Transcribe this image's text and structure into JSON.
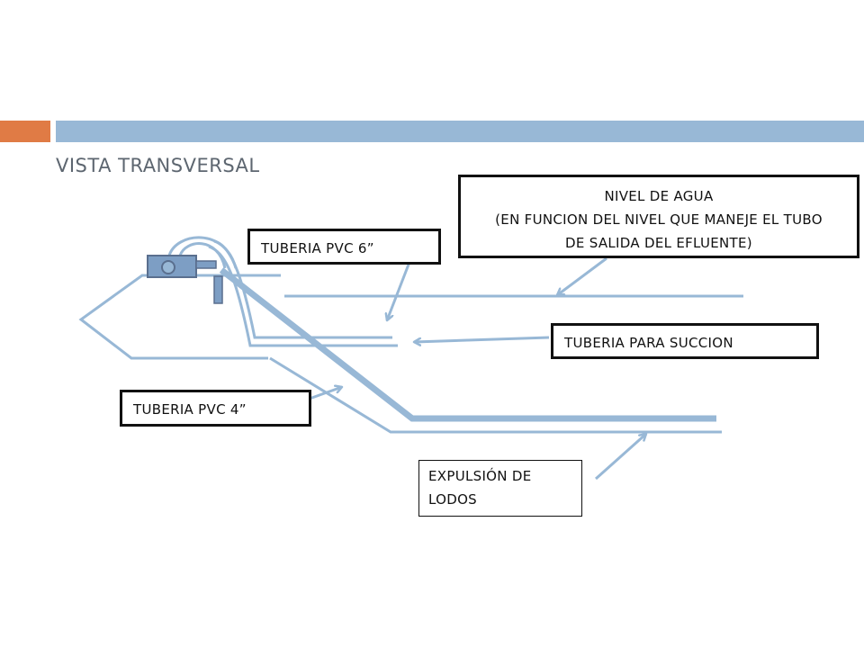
{
  "slide": {
    "title": "VISTA TRANSVERSAL"
  },
  "labels": {
    "pvc6": "TUBERIA PVC 6”",
    "nivel_line1": "NIVEL DE AGUA",
    "nivel_line2": "(EN FUNCION DEL NIVEL QUE MANEJE EL TUBO",
    "nivel_line3": "DE SALIDA DEL EFLUENTE)",
    "succion": "TUBERIA PARA SUCCION",
    "pvc4": "TUBERIA PVC 4”",
    "lodos": "EXPULSIÓN DE\nLODOS"
  },
  "colors": {
    "accent_orange": "#e07b45",
    "accent_blue": "#98b8d6",
    "pipe": "#98b8d6",
    "pump": "#7d9ec4",
    "text": "#111111",
    "title": "#5d6670"
  }
}
